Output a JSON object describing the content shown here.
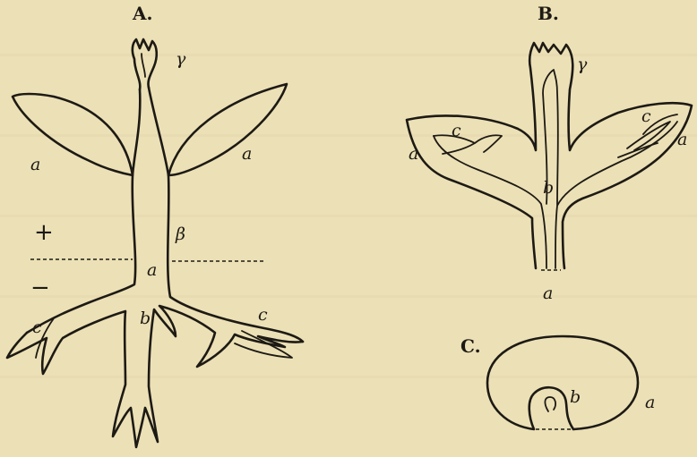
{
  "figure": {
    "panel_a": {
      "title": "A.",
      "labels": {
        "gamma": "γ",
        "a_left": "a",
        "a_right": "a",
        "beta": "β",
        "a_center": "a",
        "b": "b",
        "c_left": "c",
        "c_right": "c",
        "plus": "+",
        "minus": "−"
      }
    },
    "panel_b": {
      "title": "B.",
      "labels": {
        "gamma": "γ",
        "a_left": "a",
        "a_right": "a",
        "c_left": "c",
        "c_right": "c",
        "b": "b",
        "a_bottom": "a"
      }
    },
    "panel_c": {
      "title": "C.",
      "labels": {
        "b": "b",
        "a": "a"
      }
    }
  }
}
